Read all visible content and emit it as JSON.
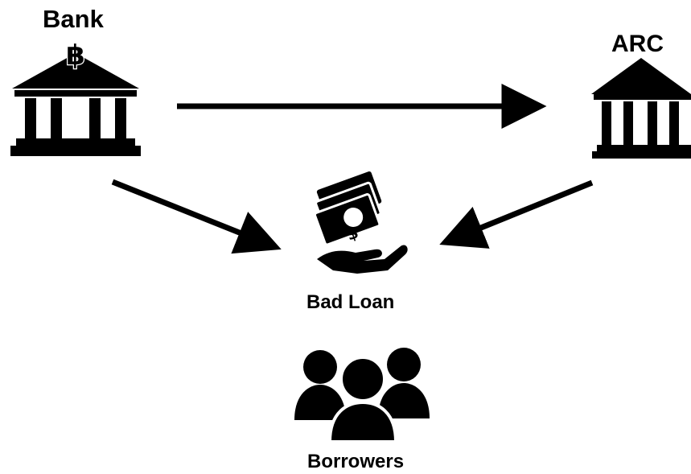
{
  "nodes": {
    "bank": {
      "label": "Bank",
      "icon": "bank-building-baht-icon"
    },
    "arc": {
      "label": "ARC",
      "icon": "bank-building-icon"
    },
    "bad_loan": {
      "label": "Bad Loan",
      "icon": "money-in-hand-icon"
    },
    "borrowers": {
      "label": "Borrowers",
      "icon": "people-group-icon"
    }
  },
  "edges": [
    {
      "from": "bank",
      "to": "arc"
    },
    {
      "from": "bank",
      "to": "bad_loan"
    },
    {
      "from": "arc",
      "to": "bad_loan"
    }
  ],
  "colors": {
    "ink": "#000000",
    "background": "#ffffff"
  },
  "glyphs": {
    "bank_symbol": "฿",
    "dollar_symbol": "$"
  }
}
